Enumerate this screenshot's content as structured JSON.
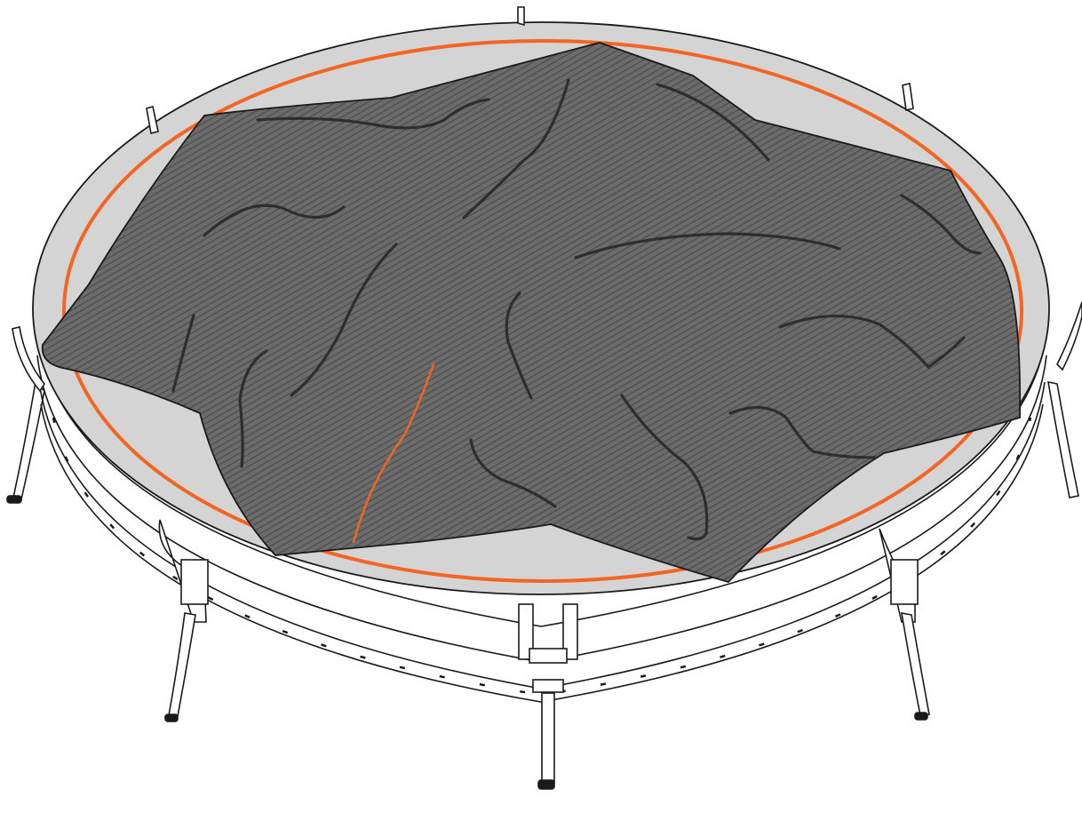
{
  "illustration": {
    "subject": "trampoline-with-loose-mat-cover",
    "colors": {
      "background": "#ffffff",
      "frame_fill": "#d4d4d4",
      "frame_stroke": "#1a1a1a",
      "accent_ring": "#f26522",
      "mat_fill": "#6b6b6b",
      "mat_hatch": "#444444",
      "wrinkle": "#2e2e2e",
      "leg_fill": "#ffffff"
    },
    "counts": {
      "legs": 6,
      "wrinkles": 18
    }
  }
}
